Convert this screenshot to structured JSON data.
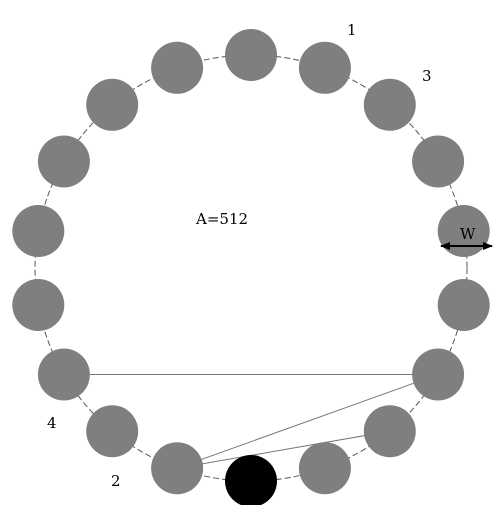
{
  "colors": {
    "target_fill": "#7f7f7f",
    "start_fill": "#000000",
    "ring_stroke": "#555555",
    "path_stroke": "#777777"
  },
  "diagram": {
    "target_count": 18,
    "start_target_index": 0,
    "amplitude_label": "A=512",
    "width_label": "W",
    "sequence": [
      {
        "label": "1",
        "target_index": 16
      },
      {
        "label": "2",
        "target_index": 1
      },
      {
        "label": "3",
        "target_index": 15
      },
      {
        "label": "4",
        "target_index": 3
      }
    ]
  }
}
